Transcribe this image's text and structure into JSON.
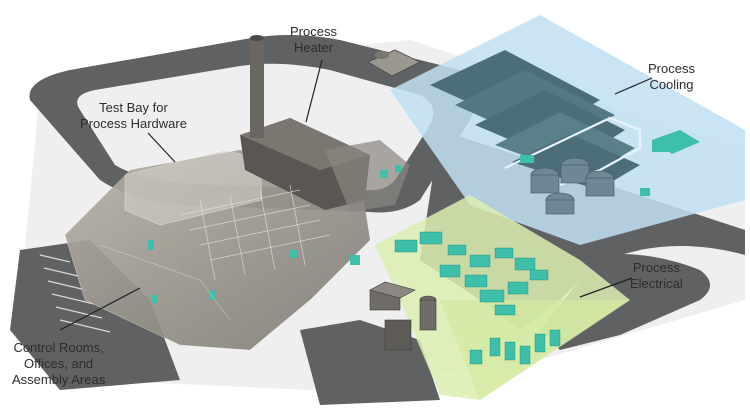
{
  "labels": {
    "process_heater": [
      "Process",
      "Heater"
    ],
    "test_bay": [
      "Test Bay for",
      "Process Hardware"
    ],
    "process_cooling": [
      "Process",
      "Cooling"
    ],
    "process_electrical": [
      "Process",
      "Electrical"
    ],
    "control_rooms": [
      "Control Rooms,",
      "Offices, and",
      "Assembly Areas"
    ]
  },
  "colors": {
    "road": "#5f6163",
    "ground": "#ececec",
    "cooling_zone": "#bfe0f3",
    "electrical_zone": "#dbeeb1",
    "building": "#8a8680",
    "equipment_teal": "#3dbfa9",
    "leader_line": "#222222"
  }
}
